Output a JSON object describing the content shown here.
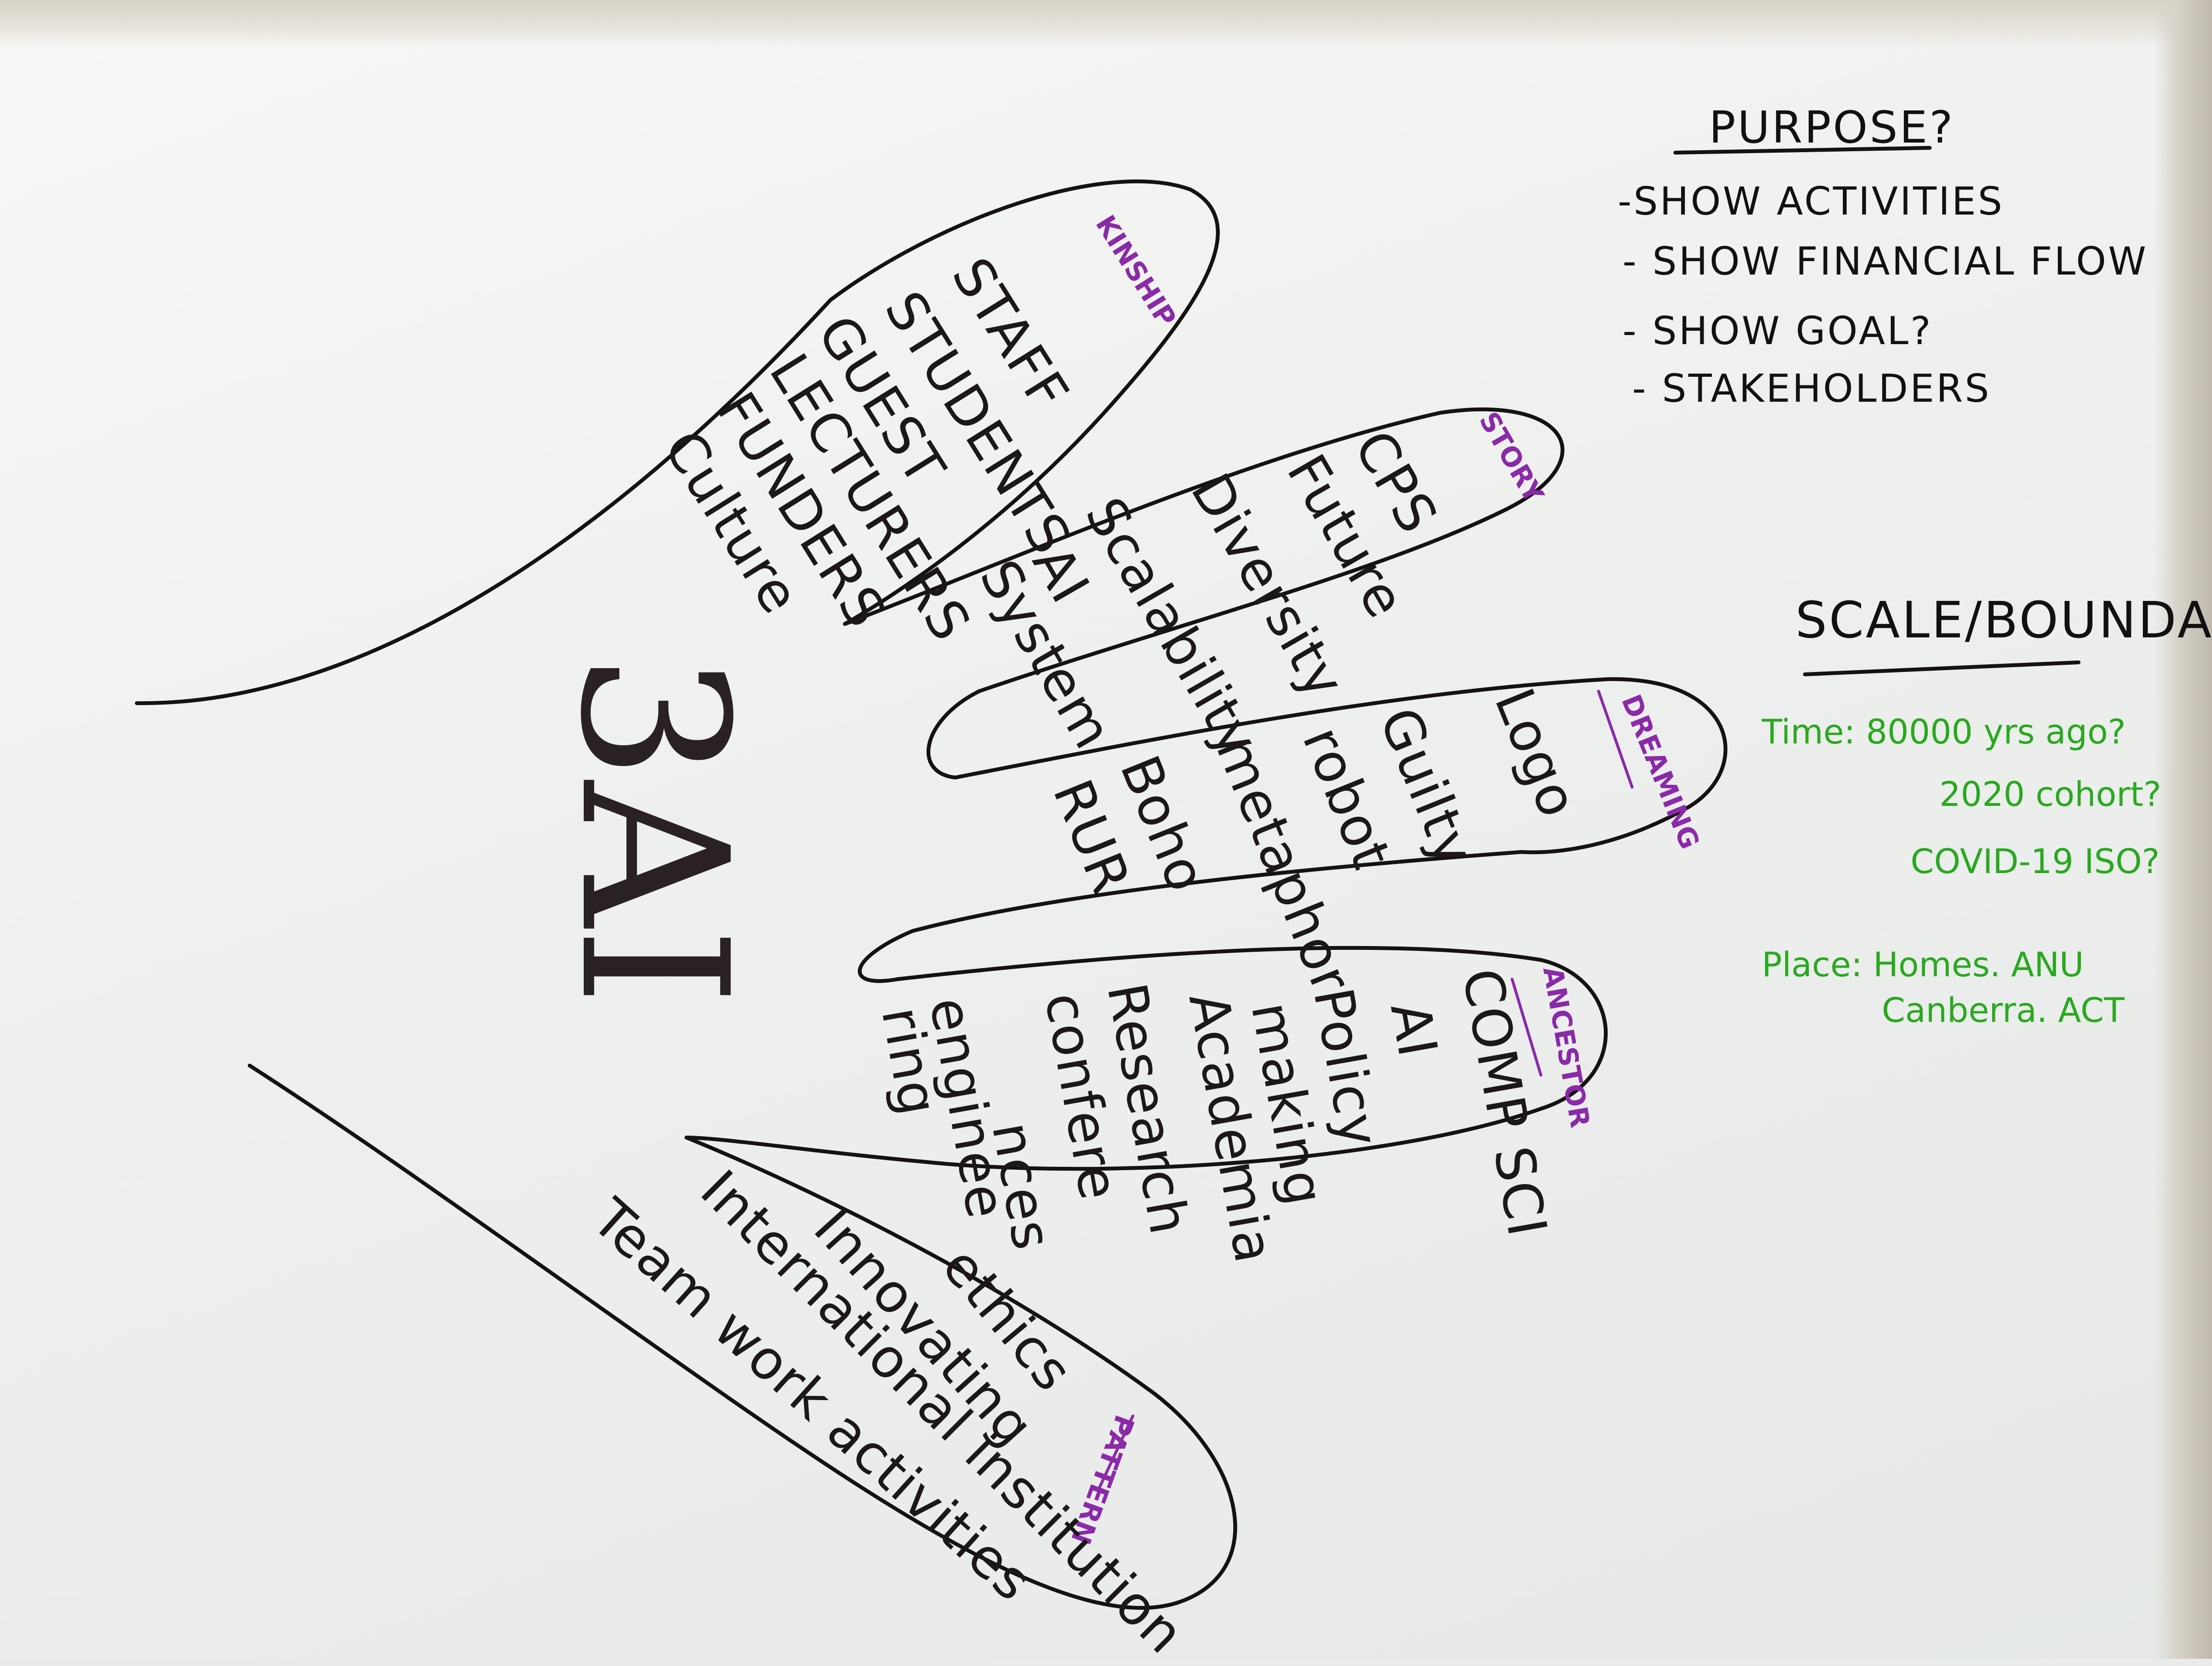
{
  "center_label": "3AI",
  "fingers": [
    {
      "tag": "KINSHIP",
      "items": [
        "STAFF",
        "STUDENTS",
        "GUEST",
        "LECTURERS",
        "FUNDERS",
        "Culture"
      ]
    },
    {
      "tag": "STORY",
      "items": [
        "CPS",
        "Future",
        "Diversity",
        "Scalability",
        "AI",
        "System"
      ]
    },
    {
      "tag": "DREAMING",
      "items": [
        "Logo",
        "Guilty",
        "robot",
        "metaphor",
        "Boho",
        "RUR"
      ]
    },
    {
      "tag": "ANCESTOR",
      "items": [
        "COMP SCI",
        "AI",
        "Policy",
        "making",
        "Academia",
        "Research",
        "confere",
        "nces",
        "enginee",
        "ring"
      ]
    },
    {
      "tag": "PATTERN",
      "items": [
        "ethics",
        "Innovating",
        "International institution",
        "Team work activities"
      ]
    }
  ],
  "purpose": {
    "heading": "PURPOSE?",
    "items": [
      "-SHOW ACTIVITIES",
      "- SHOW FINANCIAL FLOW",
      "- SHOW GOAL?",
      "- STAKEHOLDERS"
    ]
  },
  "scale": {
    "heading": "SCALE/BOUNDA",
    "lines": [
      "Time: 80000 yrs ago?",
      "2020 cohort?",
      "COVID-19 ISO?",
      "Place: Homes. ANU",
      "Canberra. ACT"
    ]
  },
  "colors": {
    "ink": "#1c1818",
    "purple_marker": "#8a2aa8",
    "green_marker": "#2aa820"
  }
}
